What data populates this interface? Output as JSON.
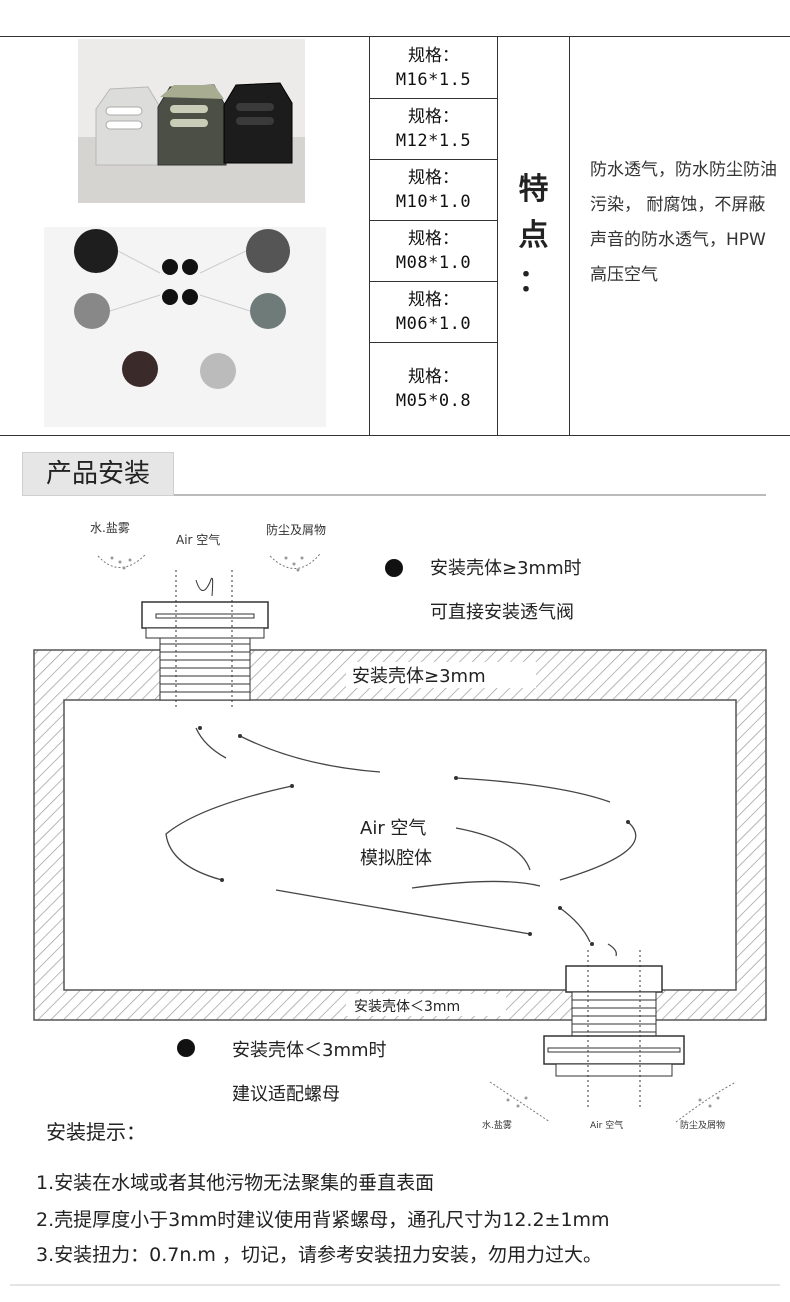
{
  "specs": {
    "label": "规格：",
    "values": [
      "M16*1.5",
      "M12*1.5",
      "M10*1.0",
      "M08*1.0",
      "M06*1.0",
      "M05*0.8"
    ]
  },
  "feature": {
    "label_chars": [
      "特",
      "点",
      "："
    ],
    "description": "防水透气，防水防尘防油污染， 耐腐蚀，不屏蔽声音的防水透气，HPW高压空气"
  },
  "install": {
    "heading": "产品安装",
    "diagram": {
      "water_salt_fog": "水.盐雾",
      "air": "Air 空气",
      "dust": "防尘及屑物",
      "note1_line1": "安装壳体≥3mm时",
      "note1_line2": "可直接安装透气阀",
      "shell_thick": "安装壳体≥3mm",
      "cavity_line1": "Air 空气",
      "cavity_line2": "模拟腔体",
      "shell_thin": "安装壳体＜3mm",
      "note2_line1": "安装壳体＜3mm时",
      "note2_line2": "建议适配螺母",
      "small_water": "水.盐雾",
      "small_air": "Air 空气",
      "small_dust": "防尘及屑物"
    },
    "tips_title": "安装提示：",
    "tips": [
      "1.安装在水域或者其他污物无法聚集的垂直表面",
      "2.壳提厚度小于3mm时建议使用背紧螺母，通孔尺寸为12.2±1mm",
      "3.安装扭力：0.7n.m ，切记，请参考安装扭力安装，勿用力过大。"
    ]
  },
  "colors": {
    "border": "#333333",
    "hatch": "#999999",
    "header_bg": "#e6e6e6"
  }
}
